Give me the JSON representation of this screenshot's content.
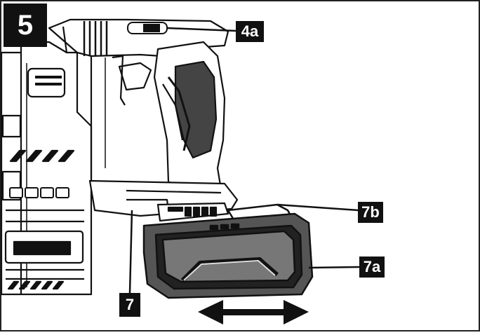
{
  "figure": {
    "step_number": "5",
    "callouts": {
      "release_button": "4a",
      "battery_latch": "7b",
      "battery_pack": "7a",
      "battery_slot": "7"
    }
  }
}
